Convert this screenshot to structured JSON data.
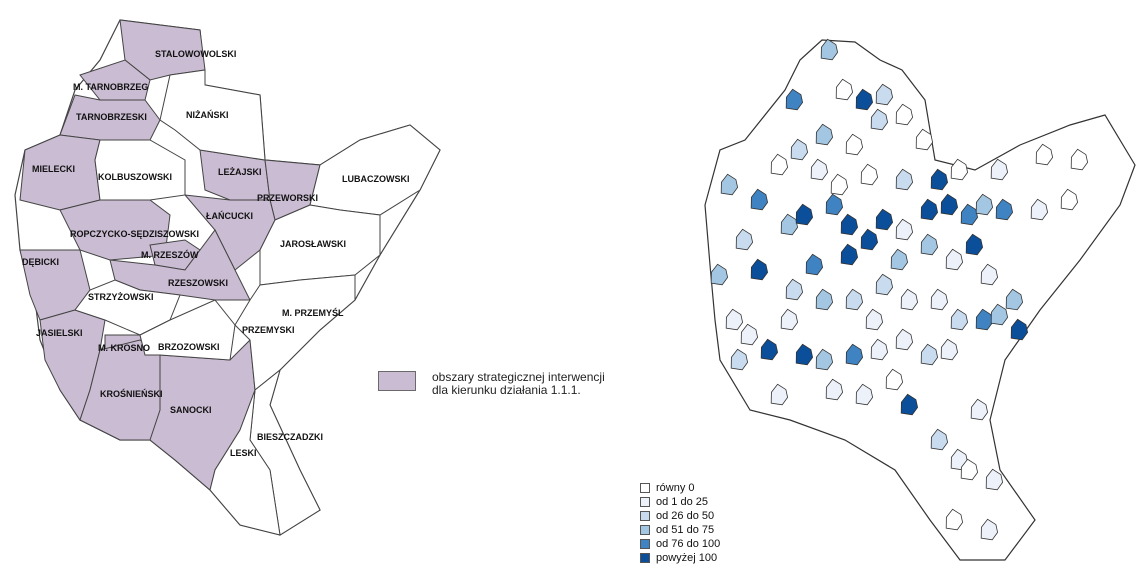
{
  "left_map": {
    "districts": [
      {
        "name": "STALOWOWOLSKI",
        "strategic": true
      },
      {
        "name": "M. TARNOBRZEG",
        "strategic": true
      },
      {
        "name": "TARNOBRZESKI",
        "strategic": true
      },
      {
        "name": "NIŻAŃSKI",
        "strategic": false
      },
      {
        "name": "MIELECKI",
        "strategic": true
      },
      {
        "name": "KOLBUSZOWSKI",
        "strategic": false
      },
      {
        "name": "LEŻAJSKI",
        "strategic": true
      },
      {
        "name": "LUBACZOWSKI",
        "strategic": false
      },
      {
        "name": "PRZEWORSKI",
        "strategic": true
      },
      {
        "name": "ŁAŃCUCKI",
        "strategic": true
      },
      {
        "name": "ROPCZYCKO-SĘDZISZOWSKI",
        "strategic": true
      },
      {
        "name": "M. RZESZÓW",
        "strategic": true
      },
      {
        "name": "JAROSŁAWSKI",
        "strategic": false
      },
      {
        "name": "DĘBICKI",
        "strategic": true
      },
      {
        "name": "RZESZOWSKI",
        "strategic": true
      },
      {
        "name": "STRZYŻOWSKI",
        "strategic": false
      },
      {
        "name": "M. PRZEMYŚL",
        "strategic": true
      },
      {
        "name": "JASIELSKI",
        "strategic": true
      },
      {
        "name": "BRZOZOWSKI",
        "strategic": false
      },
      {
        "name": "PRZEMYSKI",
        "strategic": false
      },
      {
        "name": "M. KROSNO",
        "strategic": true
      },
      {
        "name": "KROŚNIEŃSKI",
        "strategic": true
      },
      {
        "name": "SANOCKI",
        "strategic": true
      },
      {
        "name": "BIESZCZADZKI",
        "strategic": false
      },
      {
        "name": "LESKI",
        "strategic": false
      }
    ],
    "legend": {
      "line1": "obszary strategicznej interwencji",
      "line2": "dla kierunku działania 1.1.1.",
      "color": "#cabcd2"
    },
    "colors": {
      "strategic": "#cabcd2",
      "other": "#ffffff",
      "border": "#444444"
    }
  },
  "right_map": {
    "legend": [
      {
        "label": "równy 0",
        "color": "#ffffff"
      },
      {
        "label": "od 1 do 25",
        "color": "#edf2fa"
      },
      {
        "label": "od 26 do 50",
        "color": "#c9dbee"
      },
      {
        "label": "od 51 do 75",
        "color": "#a3c7e2"
      },
      {
        "label": "od 76 do 100",
        "color": "#3f83c3"
      },
      {
        "label": "powyżej 100",
        "color": "#0b4e9a"
      }
    ]
  }
}
